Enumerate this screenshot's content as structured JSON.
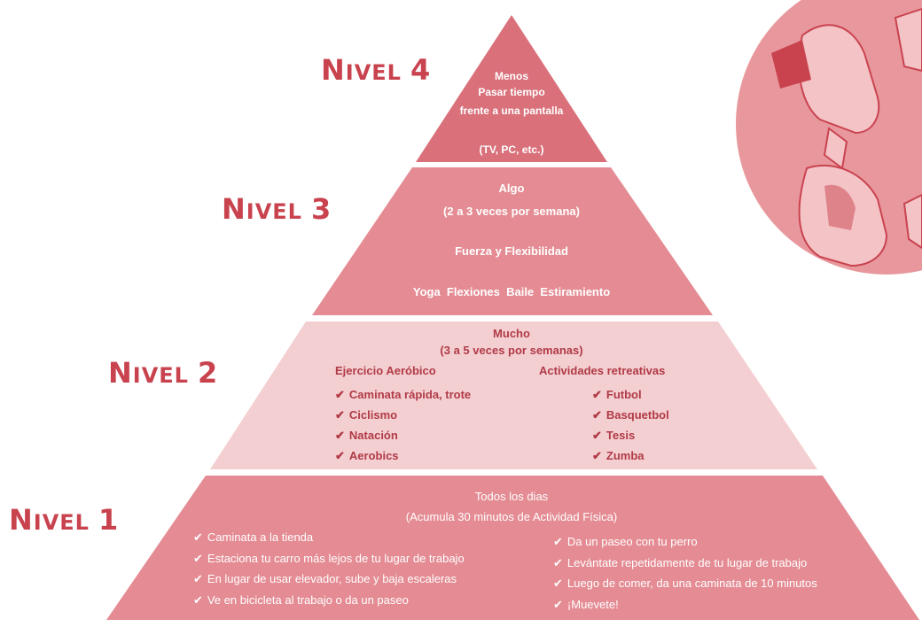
{
  "levels": [
    {
      "label_prefix": "Nivel",
      "number": "4",
      "lines": [
        "Menos",
        "Pasar tiempo",
        "frente a una pantalla",
        "(TV, PC, etc.)"
      ]
    },
    {
      "label_prefix": "Nivel",
      "number": "3",
      "lines": [
        "Algo",
        "(2 a 3 veces por semana)",
        "Fuerza y Flexibilidad",
        "Yoga  Flexiones  Baile  Estiramiento"
      ]
    },
    {
      "label_prefix": "Nivel",
      "number": "2",
      "heading": "Mucho",
      "subheading": "(3 a 5 veces por semanas)",
      "left_title": "Ejercicio Aeróbico",
      "left_items": [
        "Caminata rápida, trote",
        "Ciclismo",
        "Natación",
        "Aerobics"
      ],
      "right_title": "Actividades retreativas",
      "right_items": [
        "Futbol",
        "Basquetbol",
        "Tesis",
        "Zumba"
      ]
    },
    {
      "label_prefix": "Nivel",
      "number": "1",
      "heading": "Todos los dias",
      "subheading": "(Acumula 30 minutos de Actividad Física)",
      "left_items": [
        "Caminata a la tienda",
        "Estaciona tu carro más lejos de tu lugar de trabajo",
        "En lugar de usar elevador, sube y baja escaleras",
        "Ve en bicicleta al trabajo o da un paseo"
      ],
      "right_items": [
        "Da un paseo con tu perro",
        "Levántate repetidamente de tu lugar de trabajo",
        "Luego de comer, da una caminata de 10 minutos",
        "¡Muevete!"
      ]
    }
  ],
  "check_glyph": "✔",
  "colors": {
    "accent": "#c9434f",
    "level4": "#d9707a",
    "level3": "#e48b93",
    "level2": "#f4cfd1",
    "level1": "#e48b93",
    "dark_text": "#b03a47",
    "illustration": "#e8989d"
  }
}
